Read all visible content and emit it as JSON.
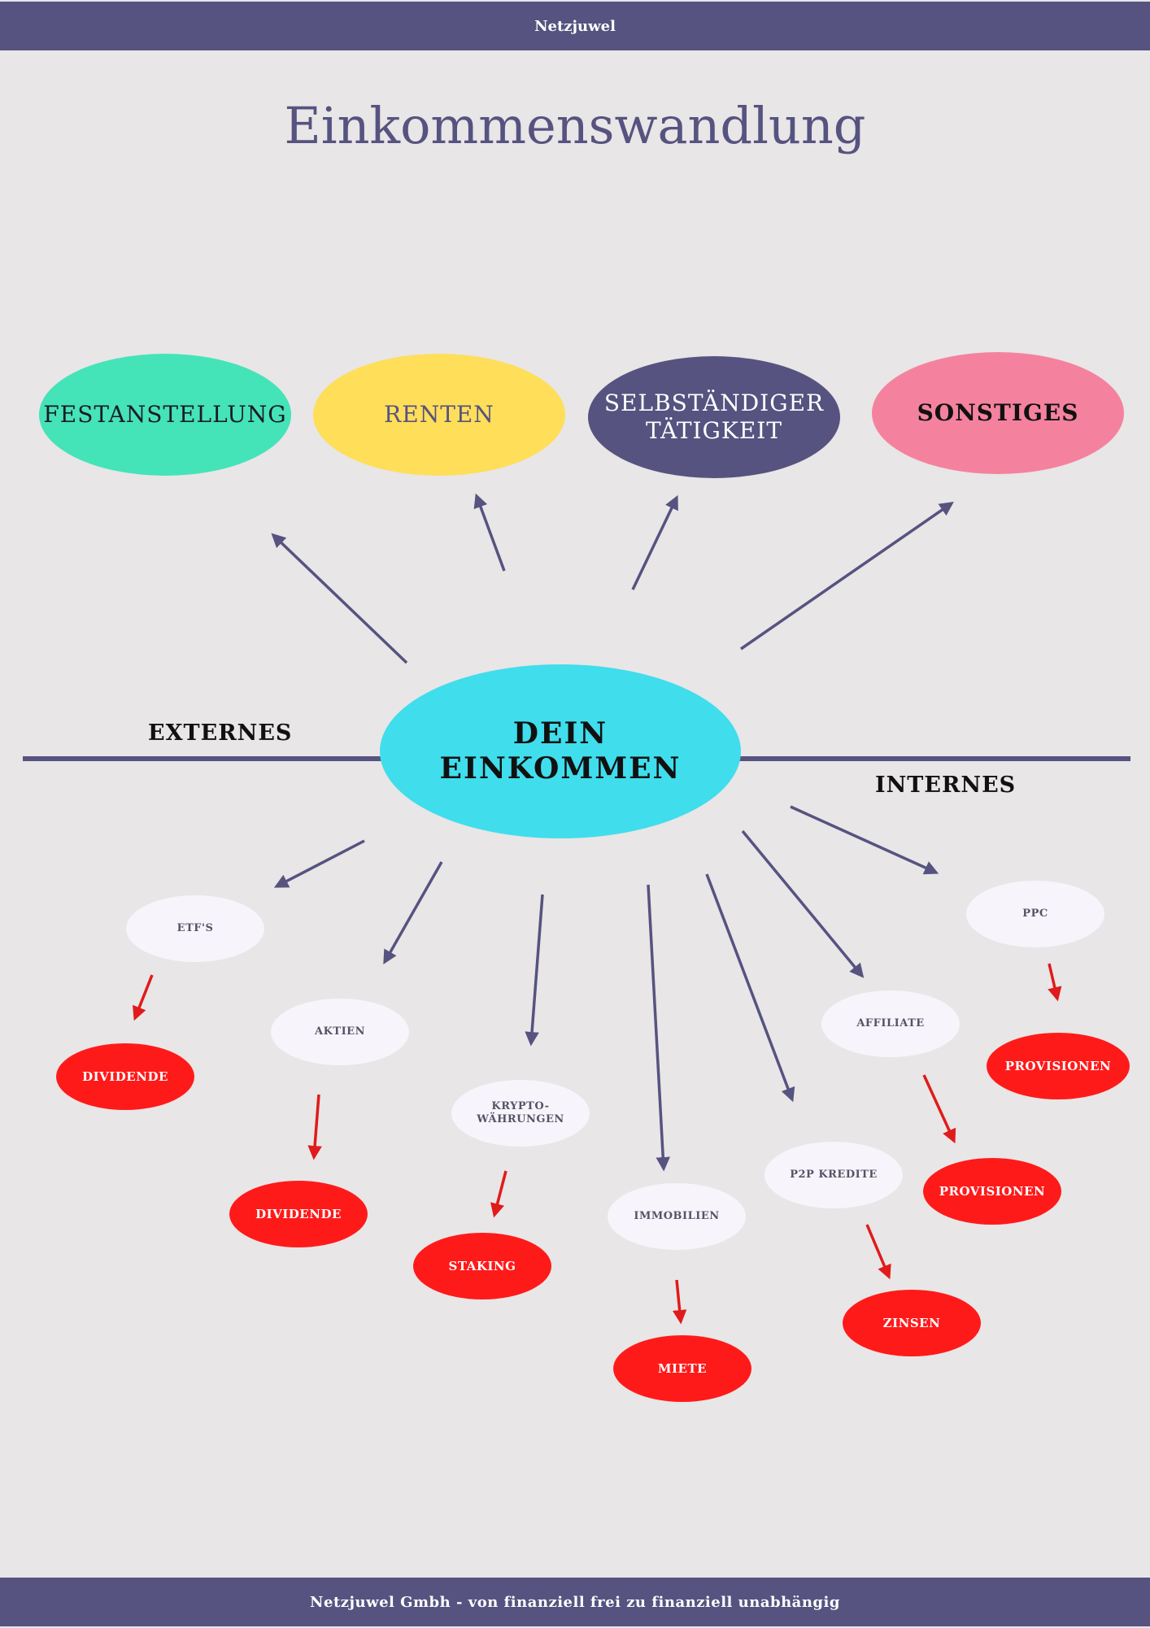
{
  "header": {
    "brand": "Netzjuwel"
  },
  "title": "Einkommenswandlung",
  "categories": [
    {
      "id": "festanstellung",
      "label": "FESTANSTELLUNG",
      "color": "#45e3b8"
    },
    {
      "id": "renten",
      "label": "RENTEN",
      "color": "#ffde59"
    },
    {
      "id": "selbstaendiger",
      "label": "SELBSTÄNDIGER TÄTIGKEIT",
      "color": "#565380"
    },
    {
      "id": "sonstiges",
      "label": "SONSTIGES",
      "color": "#f4829f"
    }
  ],
  "center": {
    "label": "DEIN EINKOMMEN",
    "color": "#40dded"
  },
  "divider": {
    "left_label": "EXTERNES",
    "right_label": "INTERNES"
  },
  "sources": [
    {
      "id": "etfs",
      "label": "ETF'S",
      "result": "DIVIDENDE"
    },
    {
      "id": "aktien",
      "label": "AKTIEN",
      "result": "DIVIDENDE"
    },
    {
      "id": "krypto",
      "label": "KRYPTO- WÄHRUNGEN",
      "result": "STAKING"
    },
    {
      "id": "immobilien",
      "label": "IMMOBILIEN",
      "result": "MIETE"
    },
    {
      "id": "p2p",
      "label": "P2P KREDITE",
      "result": "ZINSEN"
    },
    {
      "id": "affiliate",
      "label": "AFFILIATE",
      "result": "PROVISIONEN"
    },
    {
      "id": "ppc",
      "label": "PPC",
      "result": "PROVISIONEN"
    }
  ],
  "colors": {
    "arrow_main": "#565380",
    "arrow_result": "#e01b1b",
    "accent": "#565380"
  },
  "footer": {
    "text": "Netzjuwel Gmbh - von finanziell frei zu finanziell unabhängig"
  }
}
